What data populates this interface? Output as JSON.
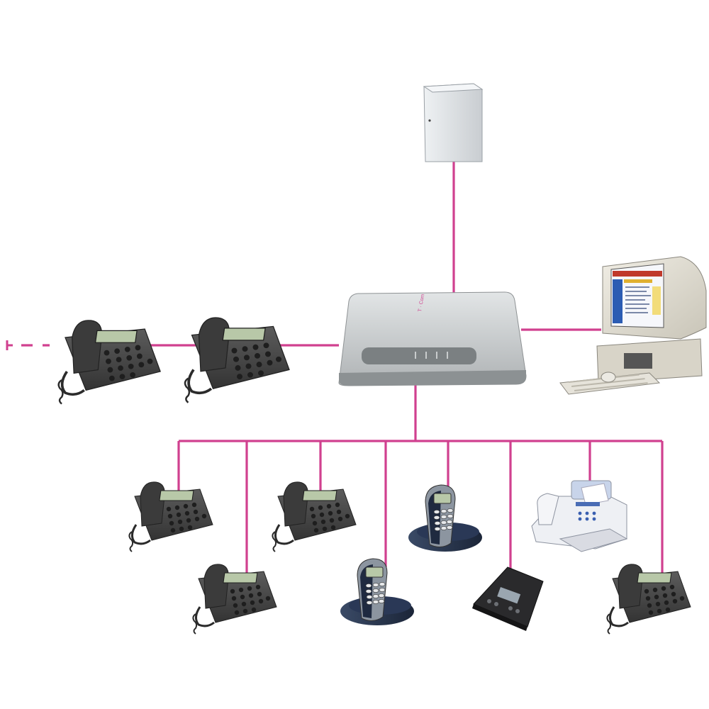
{
  "colors": {
    "link": "#d0408f",
    "background": "#ffffff",
    "phone_body": "#4a4a4a",
    "phone_dark": "#2b2b2b",
    "display": "#b8c8a8",
    "router": "#c8cbcc",
    "cordless": "#23324a"
  },
  "router": {
    "brand": "T · Com"
  },
  "devices": [
    {
      "kind": "wall-box",
      "icon": "junction-box-icon"
    },
    {
      "kind": "router",
      "icon": "router-icon"
    },
    {
      "kind": "computer",
      "icon": "computer-icon"
    },
    {
      "kind": "desk-phone",
      "icon": "phone-icon"
    },
    {
      "kind": "cordless-phone",
      "icon": "cordless-phone-icon"
    },
    {
      "kind": "answering-machine",
      "icon": "answering-machine-icon"
    },
    {
      "kind": "fax",
      "icon": "fax-icon"
    }
  ]
}
